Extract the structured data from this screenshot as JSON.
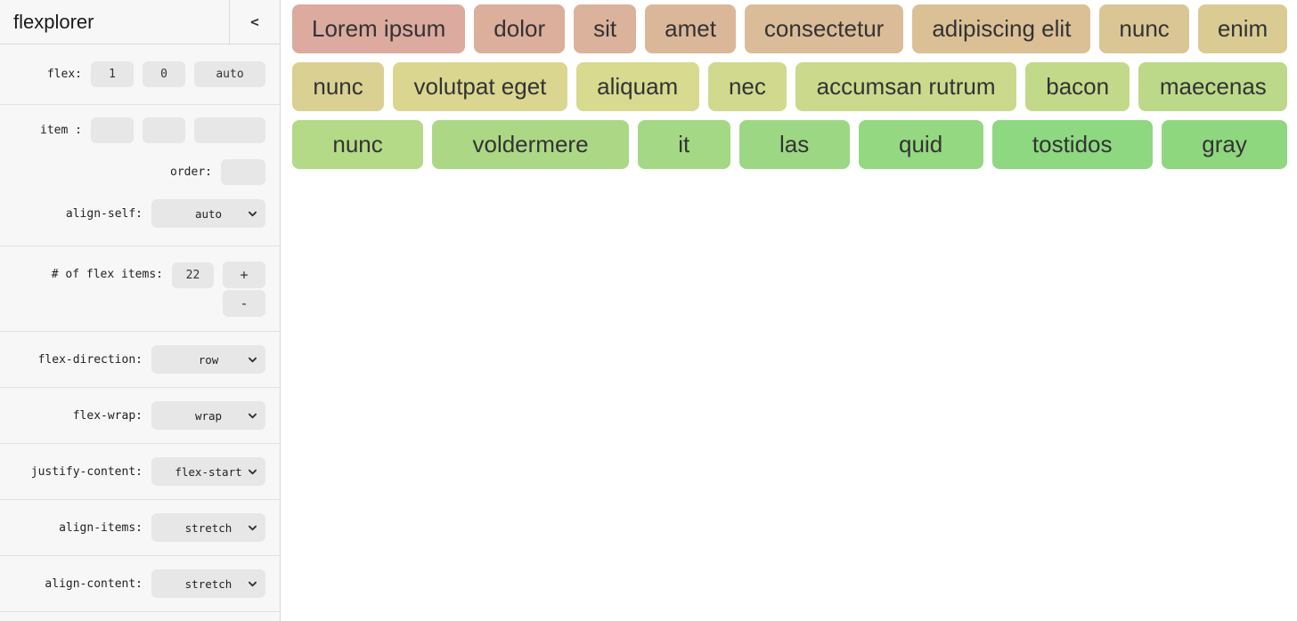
{
  "app": {
    "title": "flexplorer",
    "collapse_glyph": "<"
  },
  "colors": {
    "sidebar_bg": "#f7f7f7",
    "control_bg": "#e7e7e7",
    "border": "#d9d9d9",
    "canvas_bg": "#ffffff",
    "item_text": "#333333"
  },
  "sidebar": {
    "flex_row": {
      "label": "flex:",
      "values": [
        "1",
        "0",
        "auto"
      ]
    },
    "item_row": {
      "label": "item :",
      "values": [
        "",
        "",
        ""
      ]
    },
    "order_row": {
      "label": "order:",
      "value": ""
    },
    "align_self": {
      "label": "align-self:",
      "value": "auto"
    },
    "count_row": {
      "label": "# of flex items:",
      "value": "22",
      "increment": "+",
      "decrement": "-"
    },
    "flex_direction": {
      "label": "flex-direction:",
      "value": "row"
    },
    "flex_wrap": {
      "label": "flex-wrap:",
      "value": "wrap"
    },
    "justify_content": {
      "label": "justify-content:",
      "value": "flex-start"
    },
    "align_items": {
      "label": "align-items:",
      "value": "stretch"
    },
    "align_content": {
      "label": "align-content:",
      "value": "stretch"
    }
  },
  "canvas": {
    "rows": [
      {
        "items": [
          {
            "label": "Lorem ipsum",
            "color": "#dcaa9e"
          },
          {
            "label": "dolor",
            "color": "#dcae9c"
          },
          {
            "label": "sit",
            "color": "#dbb29b"
          },
          {
            "label": "amet",
            "color": "#dbb799"
          },
          {
            "label": "consectetur",
            "color": "#dbbc98"
          },
          {
            "label": "adipiscing elit",
            "color": "#dbc096"
          },
          {
            "label": "nunc",
            "color": "#dac695"
          },
          {
            "label": "enim",
            "color": "#dacb93"
          }
        ]
      },
      {
        "items": [
          {
            "label": "nunc",
            "color": "#dad092"
          },
          {
            "label": "volutpat eget",
            "color": "#dad690"
          },
          {
            "label": "aliquam",
            "color": "#d7da8f"
          },
          {
            "label": "nec",
            "color": "#d0d98d"
          },
          {
            "label": "accumsan rutrum",
            "color": "#cad98c"
          },
          {
            "label": "bacon",
            "color": "#c3d98a"
          },
          {
            "label": "maecenas",
            "color": "#bbd989"
          }
        ]
      },
      {
        "items": [
          {
            "label": "nunc",
            "color": "#b4d987"
          },
          {
            "label": "voldermere",
            "color": "#acd886"
          },
          {
            "label": "it",
            "color": "#a4d884"
          },
          {
            "label": "las",
            "color": "#9cd883"
          },
          {
            "label": "quid",
            "color": "#94d881"
          },
          {
            "label": "tostidos",
            "color": "#8dd880"
          },
          {
            "label": "gray",
            "color": "#8fd77e"
          }
        ]
      }
    ]
  }
}
